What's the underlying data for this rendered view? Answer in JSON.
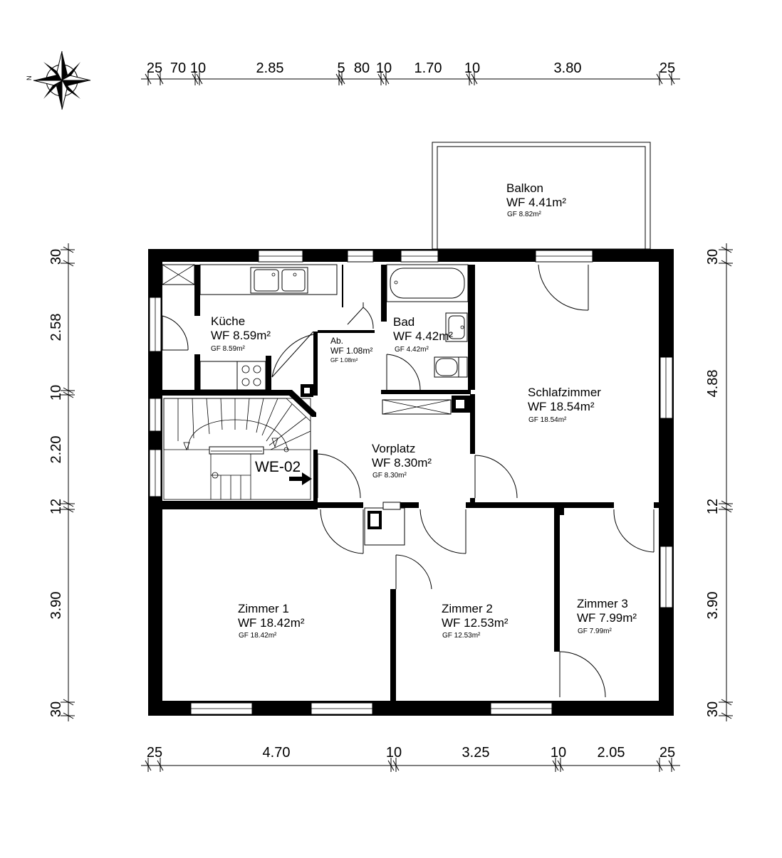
{
  "colors": {
    "ink": "#000000",
    "paper": "#ffffff"
  },
  "compass": {
    "north_label": "N",
    "icon": "compass-rose-icon"
  },
  "dimensions": {
    "top": [
      "25",
      "70",
      "10",
      "2.85",
      "5",
      "80",
      "10",
      "1.70",
      "10",
      "3.80",
      "25"
    ],
    "bottom": [
      "25",
      "4.70",
      "10",
      "3.25",
      "10",
      "2.05",
      "25"
    ],
    "left": [
      "30",
      "2.58",
      "10",
      "2.20",
      "12",
      "3.90",
      "30"
    ],
    "right": [
      "30",
      "4.88",
      "12",
      "3.90",
      "30"
    ]
  },
  "rooms": {
    "balkon": {
      "name": "Balkon",
      "wf": "WF 4.41m²",
      "gf": "GF 8.82m²"
    },
    "kueche": {
      "name": "Küche",
      "wf": "WF 8.59m²",
      "gf": "GF 8.59m²"
    },
    "abstell": {
      "name": "Ab.",
      "wf": "WF 1.08m²",
      "gf": "GF 1.08m²"
    },
    "bad": {
      "name": "Bad",
      "wf": "WF 4.42m²",
      "gf": "GF 4.42m²"
    },
    "schlafzimmer": {
      "name": "Schlafzimmer",
      "wf": "WF 18.54m²",
      "gf": "GF 18.54m²"
    },
    "vorplatz": {
      "name": "Vorplatz",
      "wf": "WF 8.30m²",
      "gf": "GF 8.30m²"
    },
    "zimmer1": {
      "name": "Zimmer 1",
      "wf": "WF 18.42m²",
      "gf": "GF 18.42m²"
    },
    "zimmer2": {
      "name": "Zimmer 2",
      "wf": "WF 12.53m²",
      "gf": "GF 12.53m²"
    },
    "zimmer3": {
      "name": "Zimmer 3",
      "wf": "WF 7.99m²",
      "gf": "GF 7.99m²"
    }
  },
  "unit": {
    "label": "WE-02",
    "icon": "entrance-arrow-icon"
  }
}
